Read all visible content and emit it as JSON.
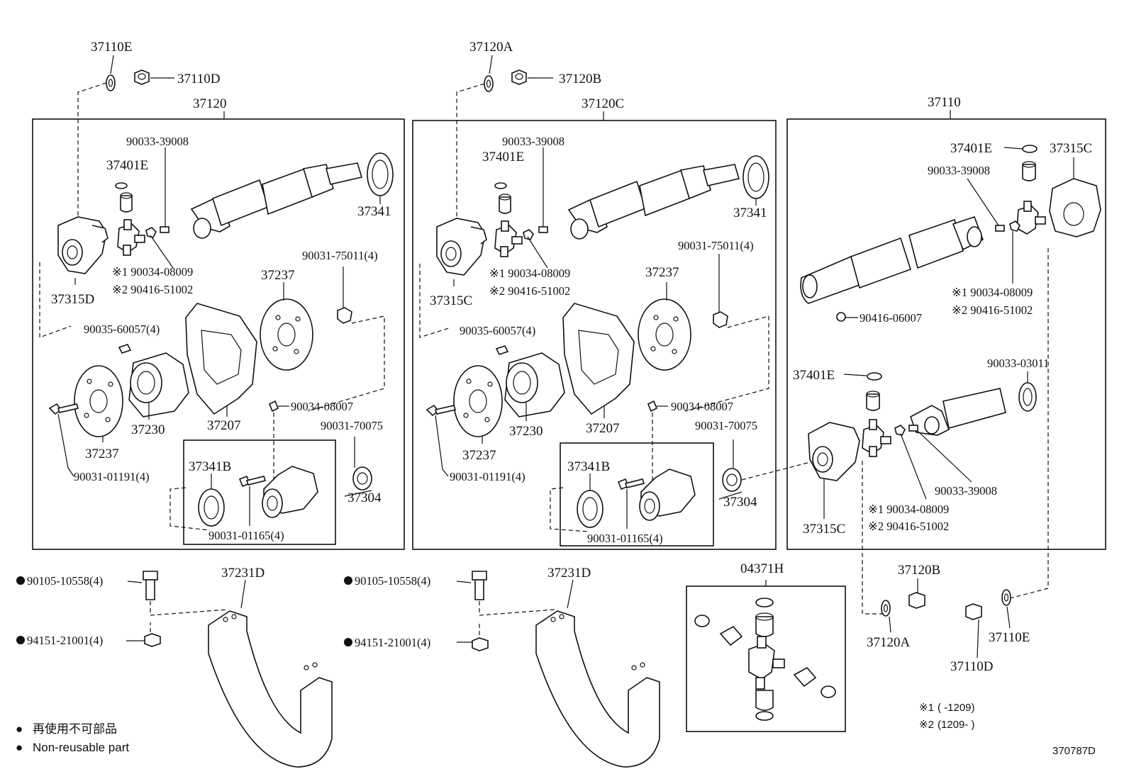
{
  "diagram_code": "370787D",
  "legend": {
    "bullet": "●",
    "line1": "再使用不可部品",
    "line2": "Non-reusable part"
  },
  "notes": [
    {
      "mark": "※1",
      "text": "(        -1209)"
    },
    {
      "mark": "※2",
      "text": "(1209-        )"
    }
  ],
  "groups": {
    "left": "37120",
    "middle": "37120C",
    "right": "37110",
    "uj_kit": "04371H"
  },
  "labels": {
    "l_37110E": "37110E",
    "l_37110D": "37110D",
    "l_90033_39008": "90033-39008",
    "l_37401E": "37401E",
    "l_37341": "37341",
    "l_37315D": "37315D",
    "l_90034_08009": "※1 90034-08009",
    "l_90416_51002": "※2 90416-51002",
    "l_90031_75011": "90031-75011(4)",
    "l_37237a": "37237",
    "l_90035_60057": "90035-60057(4)",
    "l_37230": "37230",
    "l_37207": "37207",
    "l_90034_08007": "90034-08007",
    "l_37237b": "37237",
    "l_90031_70075": "90031-70075",
    "l_37341B": "37341B",
    "l_37304": "37304",
    "l_90031_01191": "90031-01191(4)",
    "l_90031_01165": "90031-01165(4)",
    "m_37120A": "37120A",
    "m_37120B": "37120B",
    "m_90033_39008": "90033-39008",
    "m_37401E": "37401E",
    "m_37341": "37341",
    "m_37315C": "37315C",
    "m_90034_08009": "※1 90034-08009",
    "m_90416_51002": "※2 90416-51002",
    "m_90031_75011": "90031-75011(4)",
    "m_37237a": "37237",
    "m_90035_60057": "90035-60057(4)",
    "m_37230": "37230",
    "m_37207": "37207",
    "m_90034_08007": "90034-08007",
    "m_37237b": "37237",
    "m_90031_70075": "90031-70075",
    "m_37341B": "37341B",
    "m_37304": "37304",
    "m_90031_01191": "90031-01191(4)",
    "m_90031_01165": "90031-01165(4)",
    "r_37401E_top": "37401E",
    "r_37315C_top": "37315C",
    "r_90033_39008_top": "90033-39008",
    "r_90034_08009_top": "※1 90034-08009",
    "r_90416_51002_top": "※2 90416-51002",
    "r_90416_06007": "90416-06007",
    "r_37401E_bot": "37401E",
    "r_90033_03011": "90033-03011",
    "r_90033_39008_bot": "90033-39008",
    "r_90034_08009_bot": "※1 90034-08009",
    "r_90416_51002_bot": "※2 90416-51002",
    "r_37315C_bot": "37315C",
    "b_90105_10558_a": "90105-10558(4)",
    "b_94151_21001_a": "94151-21001(4)",
    "b_37231D_a": "37231D",
    "b_90105_10558_b": "90105-10558(4)",
    "b_94151_21001_b": "94151-21001(4)",
    "b_37231D_b": "37231D",
    "b_37120B": "37120B",
    "b_37120A": "37120A",
    "b_37110D": "37110D",
    "b_37110E": "37110E"
  }
}
